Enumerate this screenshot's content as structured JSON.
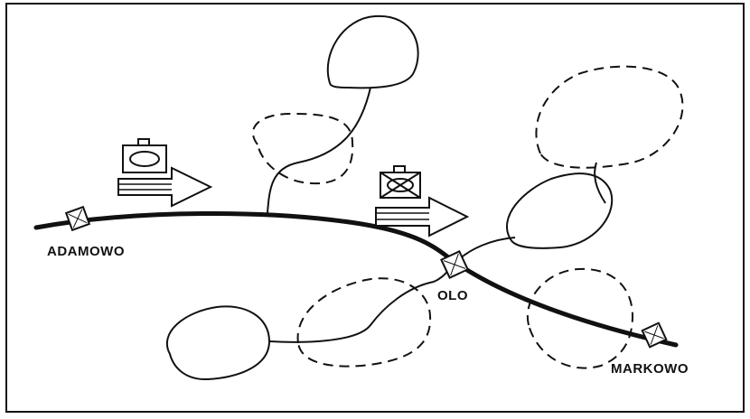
{
  "places": {
    "adamowo": "ADAMOWO",
    "olo": "OLO",
    "markowo": "MARKOWO"
  },
  "colors": {
    "ink": "#111111",
    "background": "#ffffff"
  },
  "icons": {
    "unit_active": "unit-symbol-ellipse-icon",
    "unit_destroyed": "unit-symbol-crossed-icon",
    "direction_arrow": "advance-arrow-icon"
  }
}
